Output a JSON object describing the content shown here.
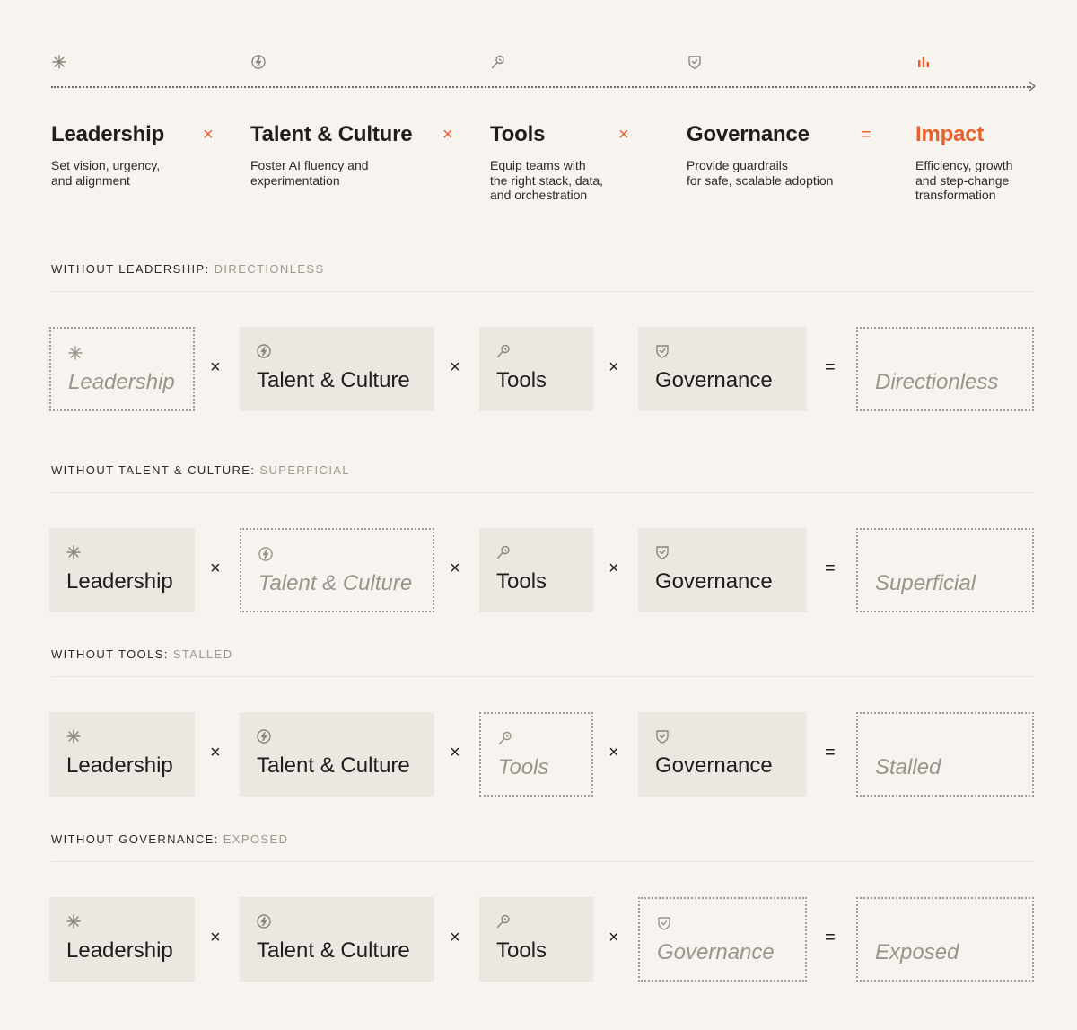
{
  "colors": {
    "background": "#f7f4ef",
    "accent": "#e8612c",
    "card": "#ebe8e1",
    "muted": "#9a958c"
  },
  "pillars": [
    {
      "icon": "asterisk-icon",
      "title": "Leadership",
      "desc": "Set vision, urgency,\nand alignment"
    },
    {
      "icon": "lightning-icon",
      "title": "Talent & Culture",
      "desc": "Foster AI fluency and\nexperimentation"
    },
    {
      "icon": "wrench-icon",
      "title": "Tools",
      "desc": "Equip teams with\nthe right stack, data,\nand orchestration"
    },
    {
      "icon": "shield-icon",
      "title": "Governance",
      "desc": "Provide guardrails\nfor safe, scalable adoption"
    },
    {
      "icon": "bar-chart-icon",
      "title": "Impact",
      "desc": "Efficiency, growth\nand step-change\ntransformation"
    }
  ],
  "operators": {
    "times": "×",
    "equals": "="
  },
  "scenarios": [
    {
      "heading": "Without Leadership:",
      "state": "Directionless",
      "cards": [
        "Leadership",
        "Talent & Culture",
        "Tools",
        "Governance"
      ],
      "missing": 0,
      "result": "Directionless"
    },
    {
      "heading": "Without Talent & Culture:",
      "state": "Superficial",
      "cards": [
        "Leadership",
        "Talent & Culture",
        "Tools",
        "Governance"
      ],
      "missing": 1,
      "result": "Superficial"
    },
    {
      "heading": "Without Tools:",
      "state": "Stalled",
      "cards": [
        "Leadership",
        "Talent & Culture",
        "Tools",
        "Governance"
      ],
      "missing": 2,
      "result": "Stalled"
    },
    {
      "heading": "Without Governance:",
      "state": "Exposed",
      "cards": [
        "Leadership",
        "Talent & Culture",
        "Tools",
        "Governance"
      ],
      "missing": 3,
      "result": "Exposed"
    }
  ]
}
